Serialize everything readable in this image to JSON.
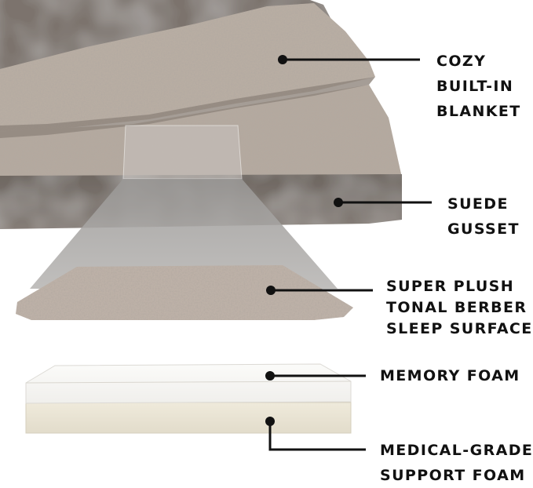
{
  "callouts": {
    "blanket": [
      "COZY",
      "BUILT-IN",
      "BLANKET"
    ],
    "gusset": [
      "SUEDE",
      "GUSSET"
    ],
    "sleep_surface": [
      "SUPER PLUSH",
      "TONAL BERBER",
      "SLEEP SURFACE"
    ],
    "memory_foam": [
      "MEMORY FOAM"
    ],
    "support_foam": [
      "MEDICAL-GRADE",
      "SUPPORT FOAM"
    ]
  },
  "colors": {
    "suede": "#7b736d",
    "suede_light": "#8c847e",
    "berber": "#b3a79d",
    "berber_light": "#cdc3ba",
    "foam_top": "#f6f6f3",
    "foam_side": "#e8e3d4",
    "callout_line": "#111111",
    "text": "#111111"
  }
}
